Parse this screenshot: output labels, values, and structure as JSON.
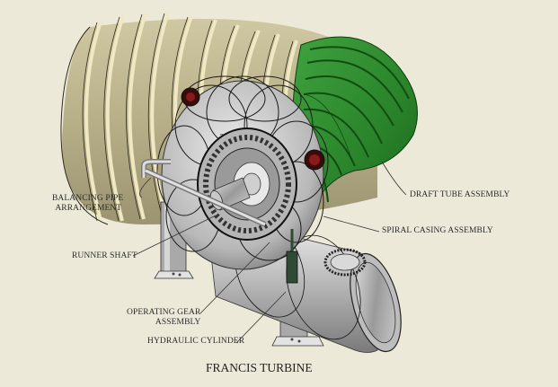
{
  "diagram": {
    "title": "FRANCIS TURBINE",
    "background_color": "#ece9d8",
    "colors": {
      "draft_tube_beige": "#bdb58f",
      "draft_tube_ring": "#efe8c2",
      "draft_tube_green": "#2e8b2e",
      "draft_tube_green_dark": "#145c14",
      "casing_grey": "#c8c8c8",
      "valve_red": "#7a0c0c",
      "cylinder_green": "#2f4a35"
    },
    "labels": {
      "balancing_pipe_line1": "BALANCING PIPE",
      "balancing_pipe_line2": "ARRANGEMENT",
      "runner_shaft": "RUNNER SHAFT",
      "operating_gear_line1": "OPERATING GEAR",
      "operating_gear_line2": "ASSEMBLY",
      "hydraulic_cylinder": "HYDRAULIC CYLINDER",
      "draft_tube": "DRAFT TUBE ASSEMBLY",
      "spiral_casing": "SPIRAL CASING ASSEMBLY"
    }
  }
}
